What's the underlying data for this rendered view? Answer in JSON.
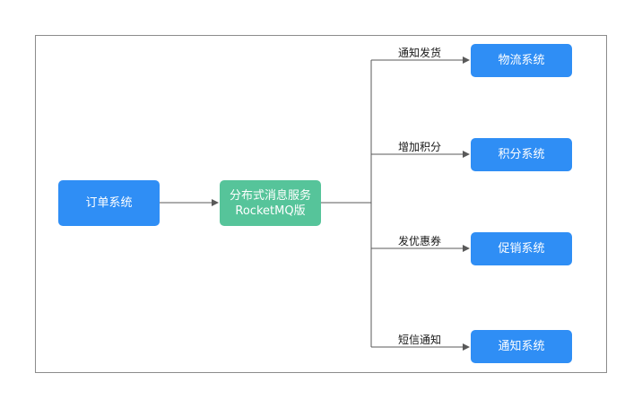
{
  "nodes": {
    "order": "订单系统",
    "mq_line1": "分布式消息服务",
    "mq_line2": "RocketMQ版",
    "logistics": "物流系统",
    "points": "积分系统",
    "promotion": "促销系统",
    "notification": "通知系统"
  },
  "edge_labels": {
    "ship": "通知发货",
    "add_points": "增加积分",
    "coupon": "发优惠券",
    "sms": "短信通知"
  },
  "colors": {
    "system_box": "#2f8ef5",
    "mq_box": "#56c49a",
    "line": "#595959"
  }
}
